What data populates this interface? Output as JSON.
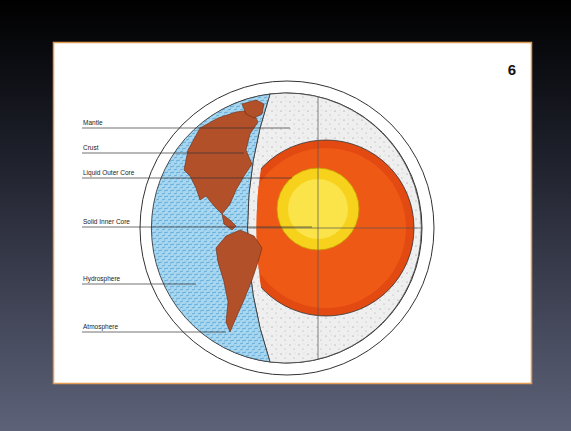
{
  "diagram": {
    "labels": [
      "6",
      "Mantle",
      "Crust",
      "Liquid Outer Core",
      "Solid Inner Core",
      "Hydrosphere",
      "Atmosphere"
    ]
  }
}
